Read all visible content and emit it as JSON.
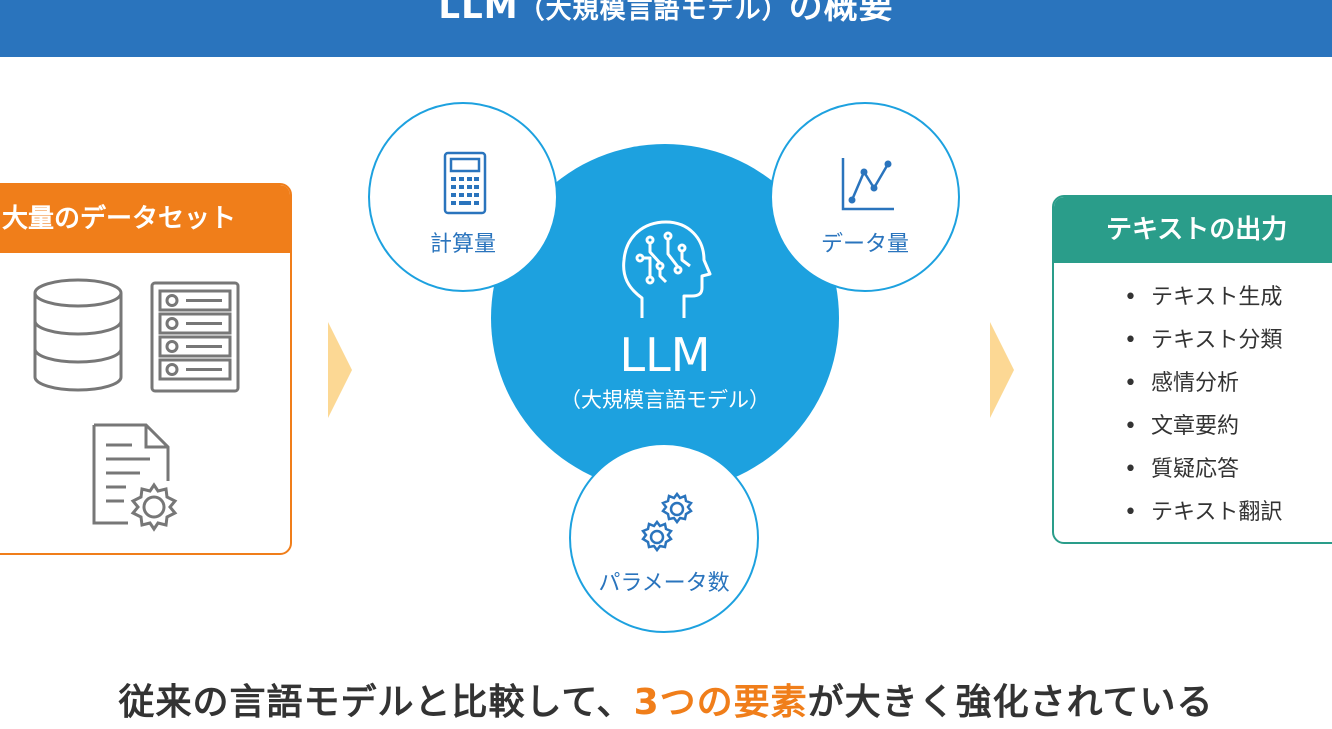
{
  "header": {
    "title_main": "LLM",
    "title_paren": "（大規模言語モデル）",
    "title_tail": "の概要"
  },
  "dataset": {
    "title": "大量のデータセット"
  },
  "center": {
    "label": "LLM",
    "sub": "（大規模言語モデル）"
  },
  "circles": {
    "compute": "計算量",
    "data": "データ量",
    "params": "パラメータ数"
  },
  "output": {
    "title": "テキストの出力",
    "items": [
      "テキスト生成",
      "テキスト分類",
      "感情分析",
      "文章要約",
      "質疑応答",
      "テキスト翻訳"
    ]
  },
  "footer": {
    "before": "従来の言語モデルと比較して、",
    "accent": "3つの要素",
    "after": "が大きく強化されている"
  },
  "colors": {
    "header": "#2a74bd",
    "dataset": "#f07e1a",
    "output": "#2a9d8a",
    "llm": "#1da1df",
    "arrow": "#fcd894"
  }
}
